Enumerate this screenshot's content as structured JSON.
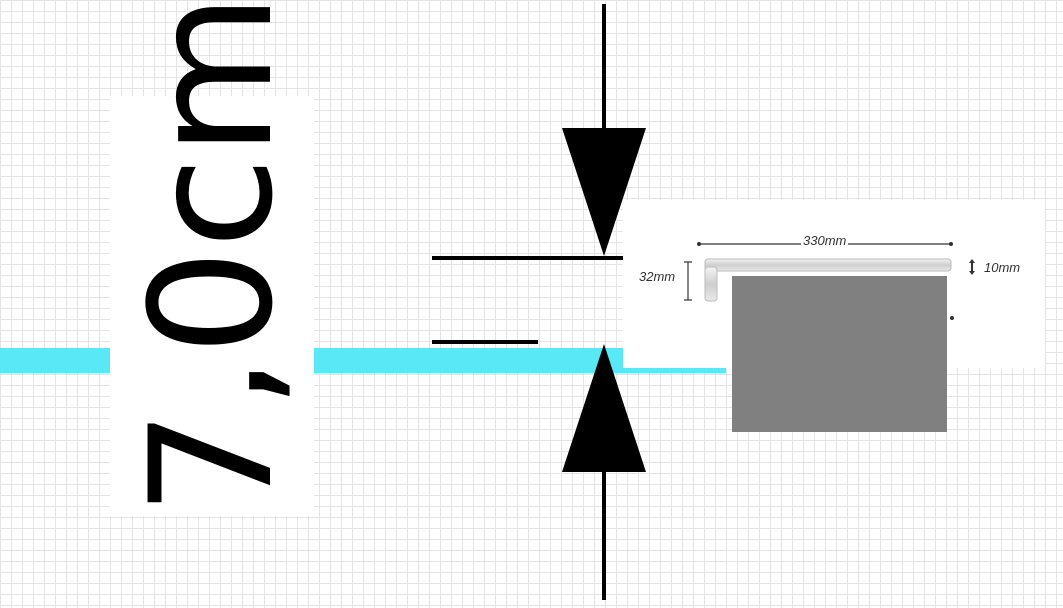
{
  "main_label": "7,0cm",
  "inset": {
    "width_label": "330mm",
    "height_label": "32mm",
    "thickness_label": "10mm"
  },
  "colors": {
    "cyan_line": "#58e8f6",
    "gray_block": "#808080",
    "arrow": "#000000"
  }
}
